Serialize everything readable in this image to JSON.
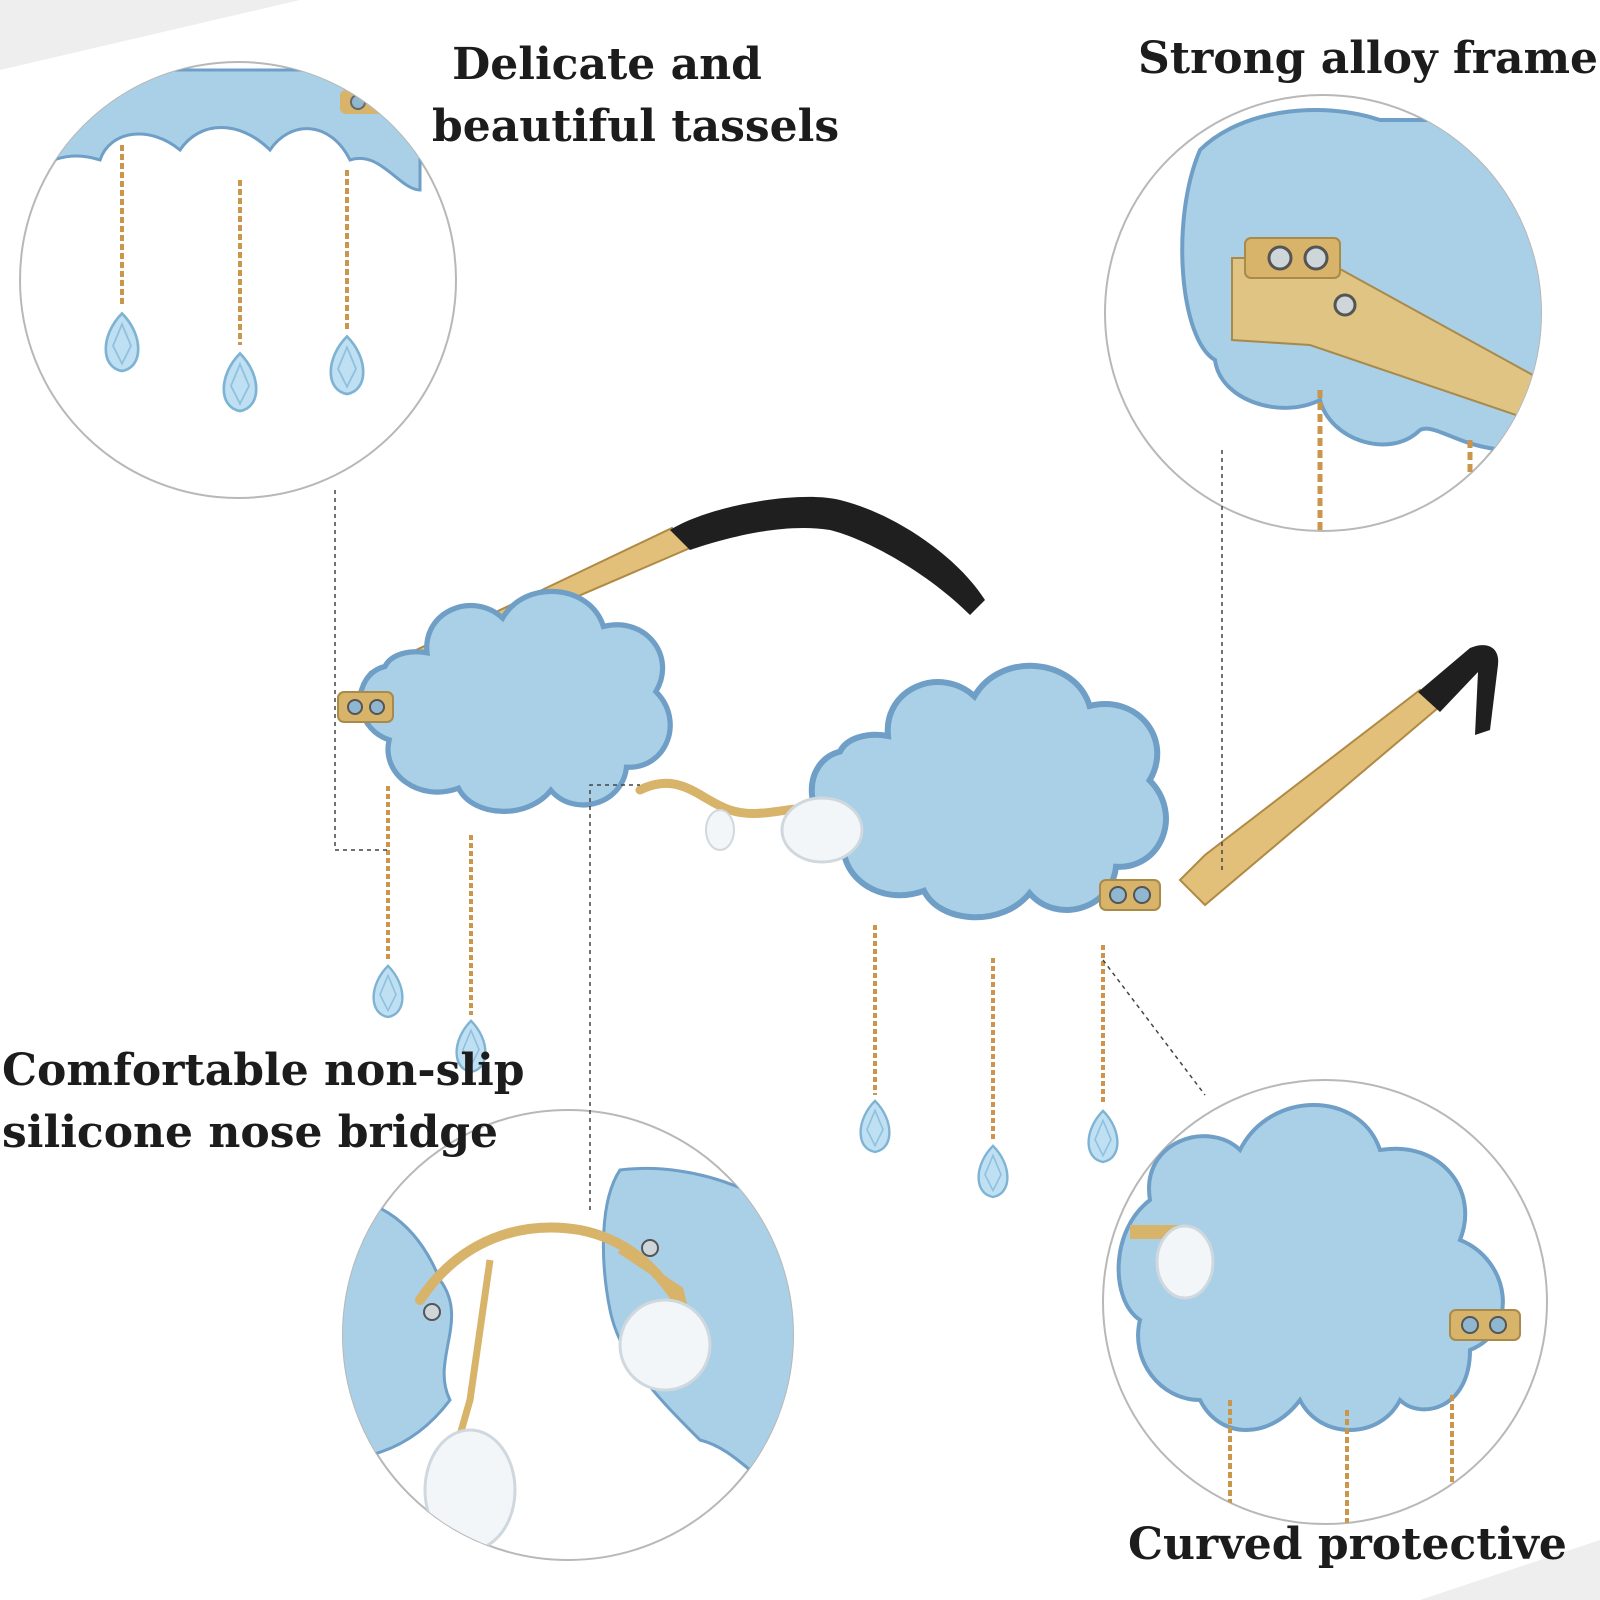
{
  "labels": {
    "tassels": [
      "Delicate and",
      "beautiful tassels"
    ],
    "frame": [
      "Strong alloy frame"
    ],
    "nose": [
      "Comfortable non-slip",
      "silicone nose bridge"
    ],
    "curved": [
      "Curved protective"
    ]
  },
  "colors": {
    "lens": "#a9d0e6",
    "lens_edge": "#6f9fc6",
    "gold": "#d8b36a",
    "temple_tip": "#1f1f1f",
    "circle_stroke": "#b8b8b8",
    "leader_line": "#444444",
    "crystal": "#bfe0f3"
  }
}
